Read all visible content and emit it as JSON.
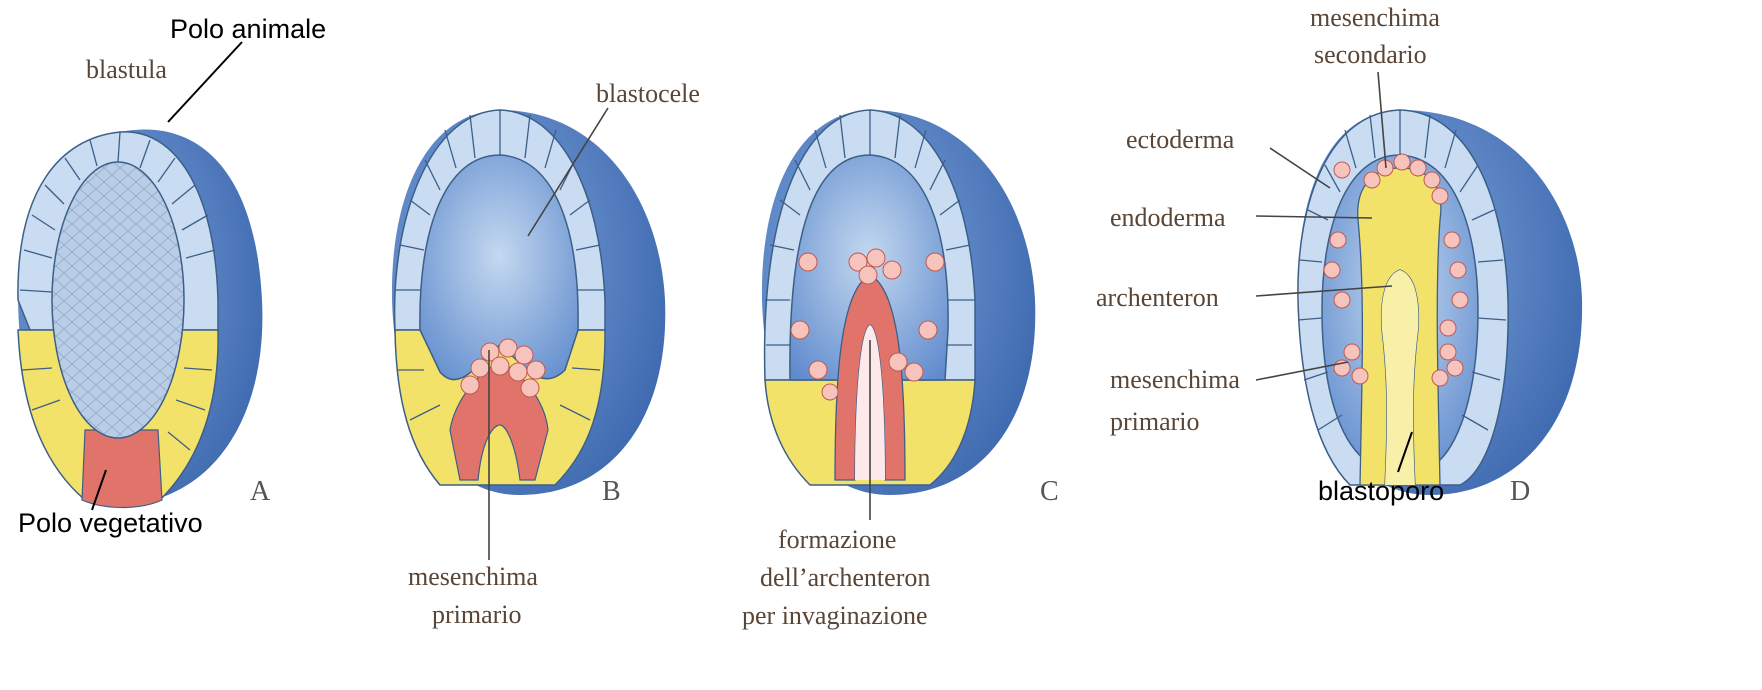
{
  "labels": {
    "polo_animale": "Polo animale",
    "polo_vegetativo": "Polo vegetativo",
    "blastula": "blastula",
    "blastocele": "blastocele",
    "mesenchima_primario_b_line1": "mesenchima",
    "mesenchima_primario_b_line2": "primario",
    "formazione_line1": "formazione",
    "formazione_line2": "dell’archenteron",
    "formazione_line3": "per invaginazione",
    "mesenchima_secondario_line1": "mesenchima",
    "mesenchima_secondario_line2": "secondario",
    "ectoderma": "ectoderma",
    "endoderma": "endoderma",
    "archenteron": "archenteron",
    "mesenchima_primario_d_line1": "mesenchima",
    "mesenchima_primario_d_line2": "primario",
    "blastoporo": "blastoporo"
  },
  "panels": [
    "A",
    "B",
    "C",
    "D"
  ],
  "colors": {
    "outer_blue": "#4a79c0",
    "inner_blue": "#6f9ad6",
    "ectoderm_light": "#c9dcf2",
    "vegetal_yellow": "#f3e26a",
    "mesenchyme_pink": "#e0746b",
    "mesenchyme_cell": "#f6c3bd",
    "archenteron_light": "#f8f0a8"
  }
}
